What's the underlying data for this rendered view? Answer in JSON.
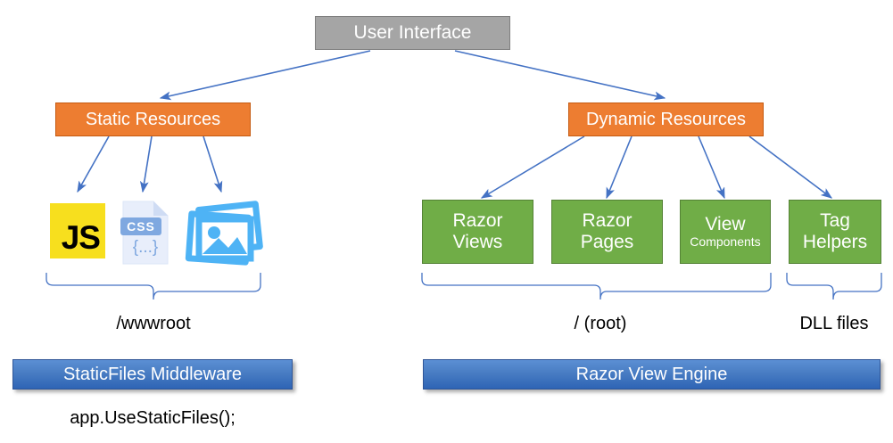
{
  "diagram": {
    "title_node": {
      "label": "User Interface"
    },
    "branches": [
      {
        "label": "Static Resources"
      },
      {
        "label": "Dynamic Resources"
      }
    ],
    "static_assets": [
      {
        "name": "javascript-file-icon",
        "label": "JS"
      },
      {
        "name": "css-file-icon",
        "label": "CSS",
        "sub": "{...}"
      },
      {
        "name": "images-icon",
        "label": ""
      }
    ],
    "dynamic_nodes": [
      {
        "line1": "Razor",
        "line2": "Views",
        "small": false
      },
      {
        "line1": "Razor",
        "line2": "Pages",
        "small": false
      },
      {
        "line1": "View",
        "line2": "Components",
        "small": true
      },
      {
        "line1": "Tag",
        "line2": "Helpers",
        "small": false
      }
    ],
    "brace_labels": [
      {
        "text": "/wwwroot"
      },
      {
        "text": "/ (root)"
      },
      {
        "text": "DLL files"
      }
    ],
    "footer_bars": [
      {
        "label": "StaticFiles Middleware"
      },
      {
        "label": "Razor View Engine"
      }
    ],
    "code_note": {
      "text": "app.UseStaticFiles();"
    }
  },
  "colors": {
    "gray": "#A5A5A5",
    "orange": "#ED7D31",
    "green": "#70AD47",
    "blue_bar": "#3A72BE",
    "arrow": "#4472C4",
    "js_yellow": "#F7DF1E",
    "image_blue": "#4EB3F5",
    "css_blue": "#7FA8E0"
  }
}
